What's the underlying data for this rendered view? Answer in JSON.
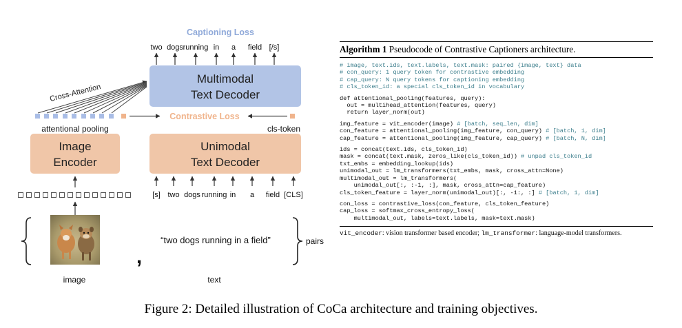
{
  "diagram": {
    "captioning_loss": "Captioning Loss",
    "contrastive_loss": "Contrastive Loss",
    "cross_attention": "Cross-Attention",
    "attentional_pooling": "attentional pooling",
    "cls_token": "cls-token",
    "multimodal_decoder": [
      "Multimodal",
      "Text Decoder"
    ],
    "unimodal_decoder": [
      "Unimodal",
      "Text Decoder"
    ],
    "image_encoder": [
      "Image",
      "Encoder"
    ],
    "output_tokens": [
      "two",
      "dogs",
      "running",
      "in",
      "a",
      "field",
      "[/s]"
    ],
    "input_tokens": [
      "[s]",
      "two",
      "dogs",
      "running",
      "in",
      "a",
      "field",
      "[CLS]"
    ],
    "text_example": "“two dogs running in a field”",
    "pairs_label": "pairs",
    "comma": ",",
    "image_label": "image",
    "text_label": "text",
    "colors": {
      "caption_blue": "#8fa9d9",
      "multimodal_fill": "#b2c4e6",
      "unimodal_fill": "#f0c6a8",
      "contrastive_orange": "#f0b48c",
      "token_blue": "#a9bde6"
    }
  },
  "algorithm": {
    "label": "Algorithm 1",
    "title": "Pseudocode of Contrastive Captioners architecture.",
    "code_lines": [
      "# image, text.ids, text.labels, text.mask: paired {image, text} data",
      "# con_query: 1 query token for contrastive embedding",
      "# cap_query: N query tokens for captioning embedding",
      "# cls_token_id: a special cls_token_id in vocabulary",
      "",
      "def attentional_pooling(features, query):",
      "  out = multihead_attention(features, query)",
      "  return layer_norm(out)",
      "",
      "img_feature = vit_encoder(image) # [batch, seq_len, dim]",
      "con_feature = attentional_pooling(img_feature, con_query) # [batch, 1, dim]",
      "cap_feature = attentional_pooling(img_feature, cap_query) # [batch, N, dim]",
      "",
      "ids = concat(text.ids, cls_token_id)",
      "mask = concat(text.mask, zeros_like(cls_token_id)) # unpad cls_token_id",
      "txt_embs = embedding_lookup(ids)",
      "unimodal_out = lm_transformers(txt_embs, mask, cross_attn=None)",
      "multimodal_out = lm_transformers(",
      "    unimodal_out[:, :-1, :], mask, cross_attn=cap_feature)",
      "cls_token_feature = layer_norm(unimodal_out)[:, -1:, :] # [batch, 1, dim]",
      "",
      "con_loss = contrastive_loss(con_feature, cls_token_feature)",
      "cap_loss = softmax_cross_entropy_loss(",
      "    multimodal_out, labels=text.labels, mask=text.mask)"
    ],
    "footnote": [
      {
        "text": "vit_encoder",
        "mono": true
      },
      {
        "text": ": vision transformer based encoder; ",
        "mono": false
      },
      {
        "text": "lm_transformer",
        "mono": true
      },
      {
        "text": ": language-model transformers.",
        "mono": false
      }
    ]
  },
  "caption": "Figure 2: Detailed illustration of CoCa architecture and training objectives."
}
